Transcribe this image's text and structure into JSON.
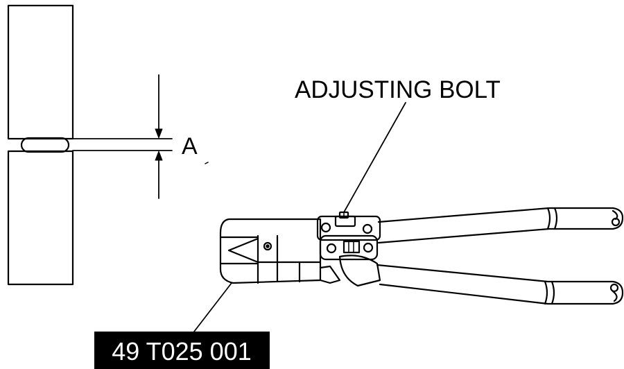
{
  "labels": {
    "gap": "A",
    "adjusting_bolt": "ADJUSTING BOLT",
    "part_number": "49 T025 001"
  },
  "colors": {
    "ink": "#000000",
    "paper": "#ffffff"
  }
}
